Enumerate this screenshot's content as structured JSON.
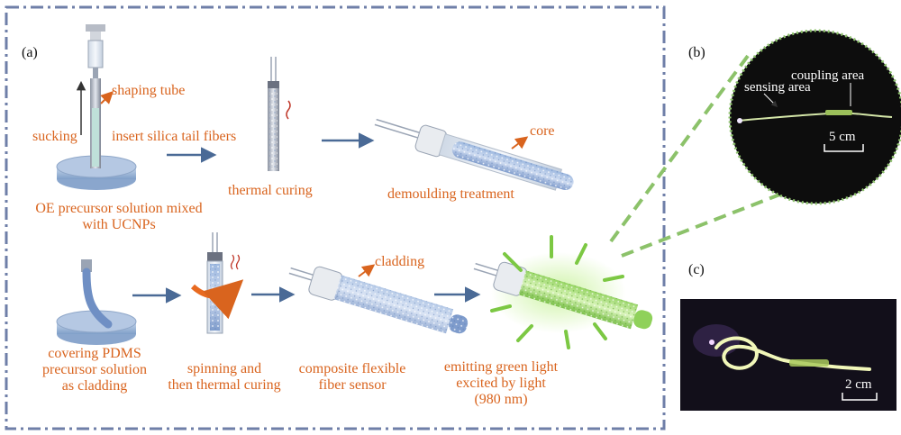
{
  "panels": {
    "a": "(a)",
    "b": "(b)",
    "c": "(c)"
  },
  "row1": {
    "shaping_tube": "shaping tube",
    "sucking": "sucking",
    "insert_fibers": "insert silica tail fibers",
    "thermal_curing": "thermal curing",
    "core": "core",
    "demoulding": "demoulding treatment",
    "oe_line1": "OE precursor solution mixed",
    "oe_line2": "with UCNPs"
  },
  "row2": {
    "cladding": "cladding",
    "covering_line1": "covering PDMS",
    "covering_line2": "precursor solution",
    "covering_line3": "as cladding",
    "spinning_line1": "spinning and",
    "spinning_line2": "then thermal curing",
    "composite_line1": "composite flexible",
    "composite_line2": "fiber sensor",
    "emitting_line1": "emitting green light",
    "emitting_line2": "excited by light",
    "emitting_line3": "(980 nm)"
  },
  "photo_b": {
    "coupling": "coupling area",
    "sensing": "sensing area",
    "scale": "5 cm"
  },
  "photo_c": {
    "scale": "2 cm"
  },
  "colors": {
    "orange": "#d9641e",
    "frame": "#6f7fa8",
    "arrow": "#4a6a96",
    "green": "#7cc843",
    "tube_blue": "#a9c3e6"
  }
}
